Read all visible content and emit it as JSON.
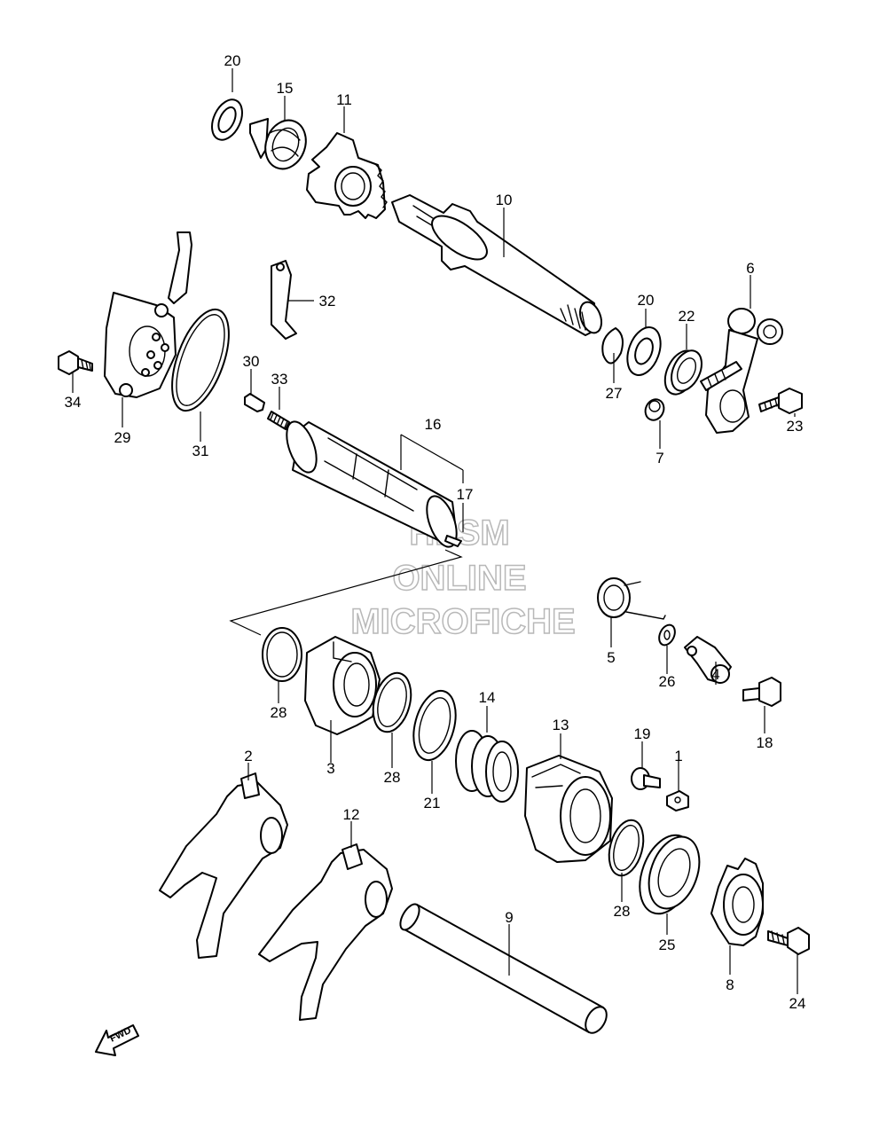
{
  "watermark": {
    "line1": "HLSM",
    "line2": "ONLINE",
    "line3": "MICROFICHE"
  },
  "direction_label": "FWD",
  "callouts": [
    "1",
    "2",
    "3",
    "4",
    "5",
    "6",
    "7",
    "8",
    "9",
    "10",
    "11",
    "12",
    "13",
    "14",
    "15",
    "16",
    "17",
    "18",
    "19",
    "20",
    "20",
    "21",
    "22",
    "23",
    "24",
    "25",
    "26",
    "27",
    "28",
    "28",
    "28",
    "29",
    "30",
    "31",
    "32",
    "33",
    "34"
  ]
}
